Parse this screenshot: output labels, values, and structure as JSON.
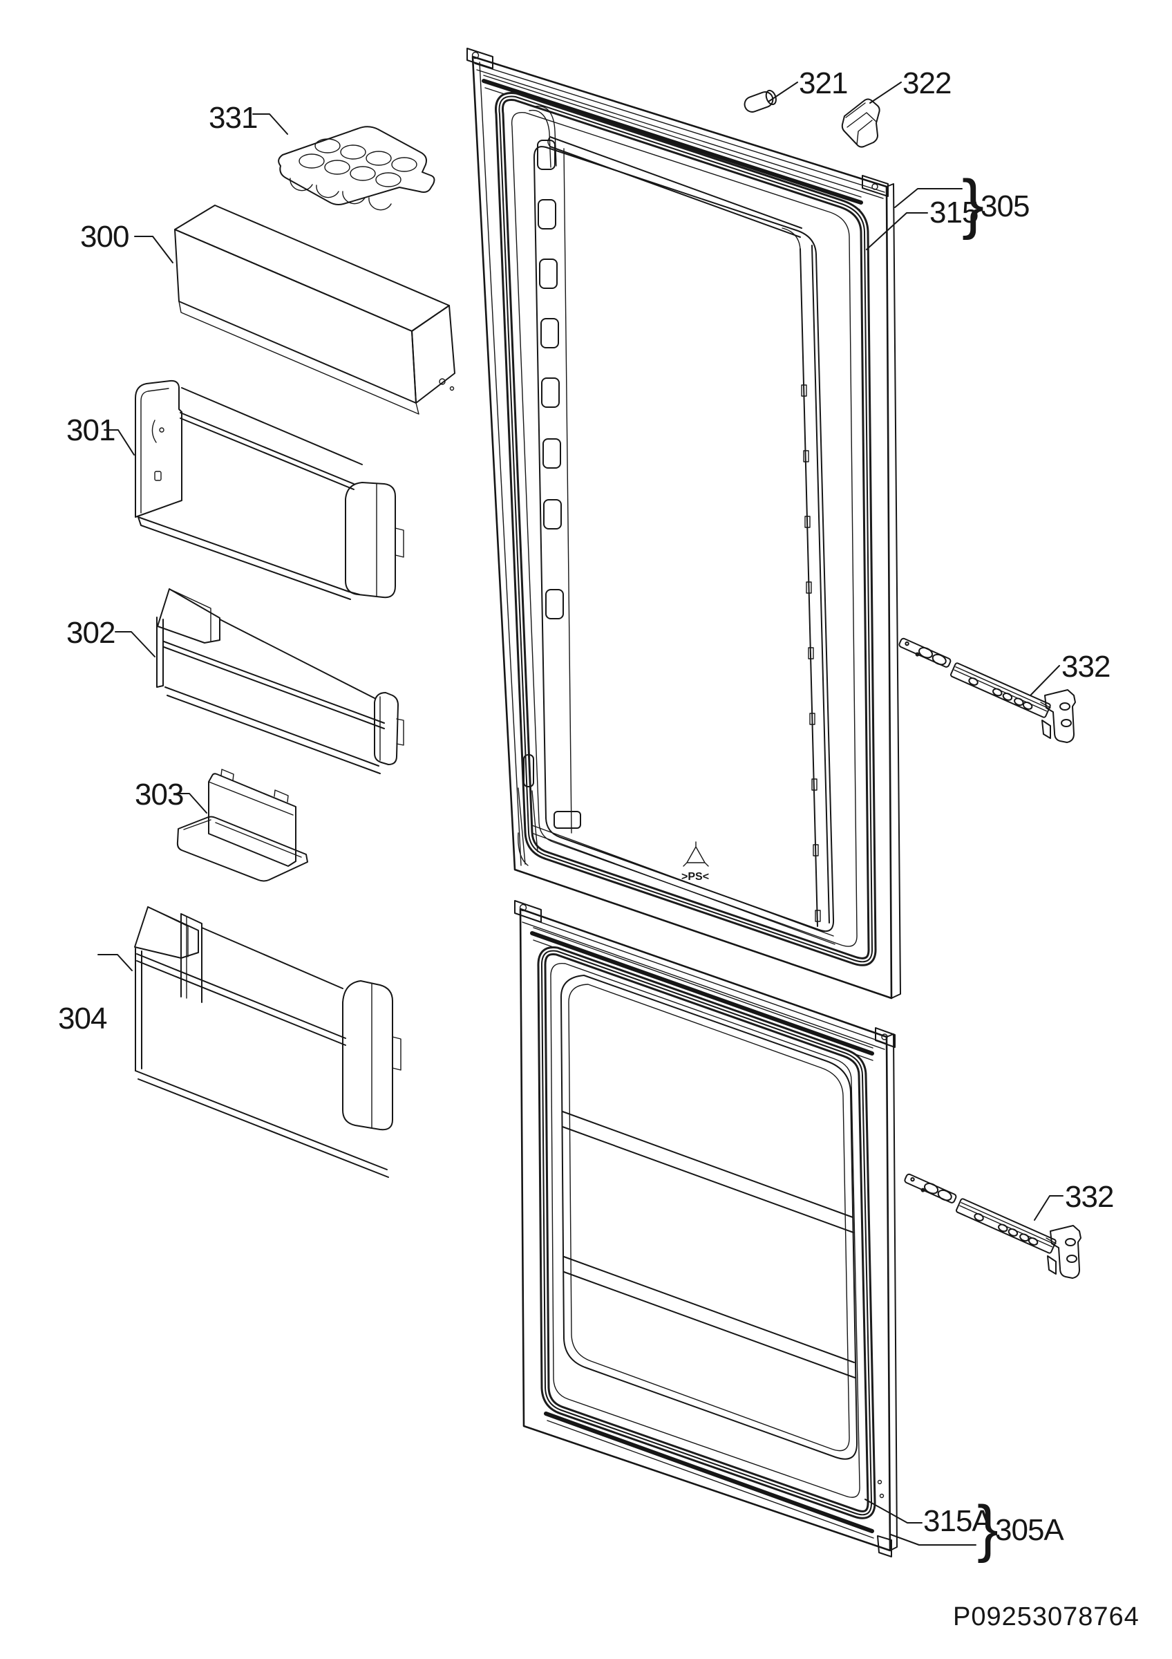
{
  "diagram": {
    "background": "#ffffff",
    "ink": "#161616",
    "document_number": "P09253078764",
    "recycle_mark": ">PS<",
    "labels": {
      "egg_tray": "331",
      "flap_cover": "300",
      "door_shelf_top": "301",
      "door_shelf_mid": "302",
      "tray_small": "303",
      "door_shelf_bottom": "304",
      "pin": "321",
      "end_cap": "322",
      "gasket_fridge": "315",
      "fridge_door": "305",
      "slider_fridge": "332",
      "slider_freezer": "332",
      "gasket_freezer": "315A",
      "freezer_door": "305A",
      "brace": "}"
    }
  }
}
